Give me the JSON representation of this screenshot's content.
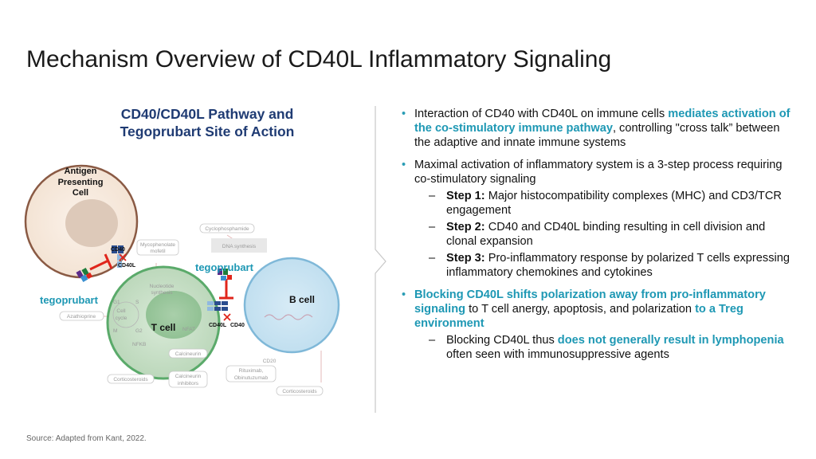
{
  "title": "Mechanism Overview of CD40L Inflammatory Signaling",
  "diagram": {
    "title_line1": "CD40/CD40L Pathway and",
    "title_line2": "Tegoprubart Site of Action",
    "apc_line1": "Antigen",
    "apc_line2": "Presenting",
    "apc_line3": "Cell",
    "t_cell": "T cell",
    "b_cell": "B cell",
    "cd40_top": "CD40",
    "cd40l_top": "CD40L",
    "cd40l_right": "CD40L",
    "cd40_right": "CD40",
    "tegoprubart_left": "tegoprubart",
    "tegoprubart_right": "tegoprubart",
    "mycophenolate_1": "Mycophenolate",
    "mycophenolate_2": "mofetil",
    "cyclophosphamide": "Cyclophosphamide",
    "dna_synthesis": "DNA synthesis",
    "nucleotide_1": "Nucleotide",
    "nucleotide_2": "synthesis",
    "cell_cycle_1": "Cell",
    "cell_cycle_2": "cycle",
    "g1": "G1",
    "s": "S",
    "m": "M",
    "g2": "G2",
    "nfat": "NFAT",
    "nfkb": "NFKB",
    "calcineurin": "Calcineurin",
    "azathioprine": "Azathioprine",
    "corticosteroids_left": "Corticosteroids",
    "calcineurin_inh_1": "Calcineurin",
    "calcineurin_inh_2": "inhibitors",
    "cd20": "CD20",
    "rituximab_1": "Rituximab,",
    "rituximab_2": "Obinutuzumab",
    "corticosteroids_right": "Corticosteroids"
  },
  "bullets": {
    "b1_pre": "Interaction of CD40 with CD40L on immune cells ",
    "b1_hl": "mediates activation of the co-stimulatory immune pathway",
    "b1_post": ", controlling \"cross talk” between the adaptive and innate immune systems",
    "b2": "Maximal activation of inflammatory system is a 3-step process requiring co-stimulatory signaling",
    "s1_label": "Step 1:",
    "s1_text": " Major histocompatibility complexes (MHC) and CD3/TCR engagement",
    "s2_label": "Step 2:",
    "s2_text": " CD40 and CD40L binding resulting in cell division and clonal expansion",
    "s3_label": "Step 3:",
    "s3_text": " Pro-inflammatory response by polarized T cells expressing inflammatory chemokines and cytokines",
    "b3_hl": "Blocking CD40L shifts polarization away from pro-inflammatory signaling",
    "b3_mid": " to T cell anergy, apoptosis, and polarization ",
    "b3_hl2": "to a Treg environment",
    "s4_pre": "Blocking CD40L thus ",
    "s4_hl": "does not generally result in lymphopenia",
    "s4_post": " often seen with immunosuppressive agents",
    "bullet_char": "•",
    "dash_char": "–"
  },
  "source": "Source: Adapted from Kant, 2022.",
  "colors": {
    "teal": "#1e98b4",
    "navy": "#1f3b73",
    "tcell_green": "#5aaa6a",
    "bcell_blue": "#7fb8d8",
    "apc_brown": "#8a5a44",
    "inhibitor_red": "#e0251b"
  }
}
